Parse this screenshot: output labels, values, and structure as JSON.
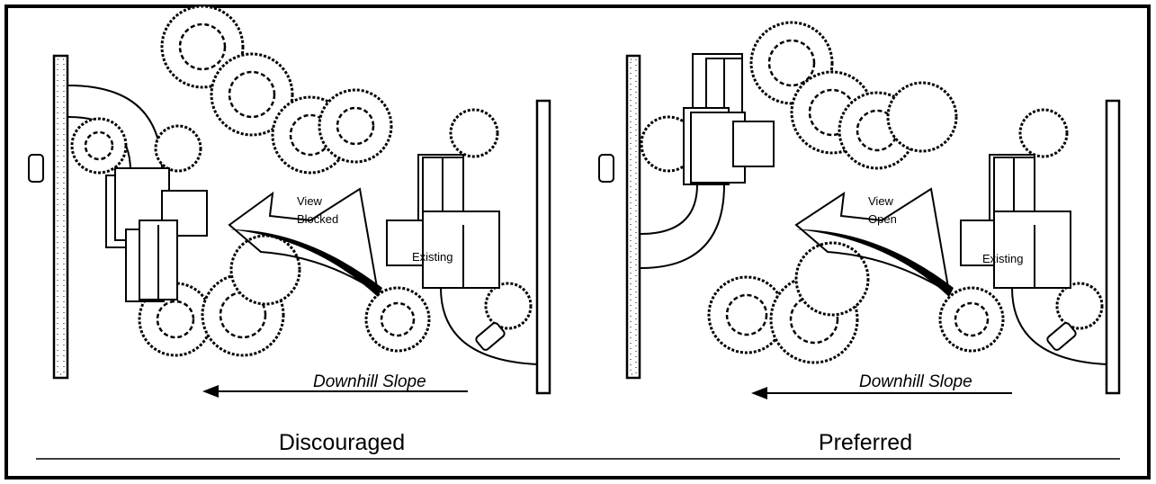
{
  "title": "Building placement: view preservation on downhill slope",
  "panels": [
    {
      "caption": "Discouraged",
      "view_label_1": "View",
      "view_label_2": "Blocked",
      "existing_label": "Existing",
      "slope_label": "Downhill Slope"
    },
    {
      "caption": "Preferred",
      "view_label_1": "View",
      "view_label_2": "Open",
      "existing_label": "Existing",
      "slope_label": "Downhill Slope"
    }
  ]
}
